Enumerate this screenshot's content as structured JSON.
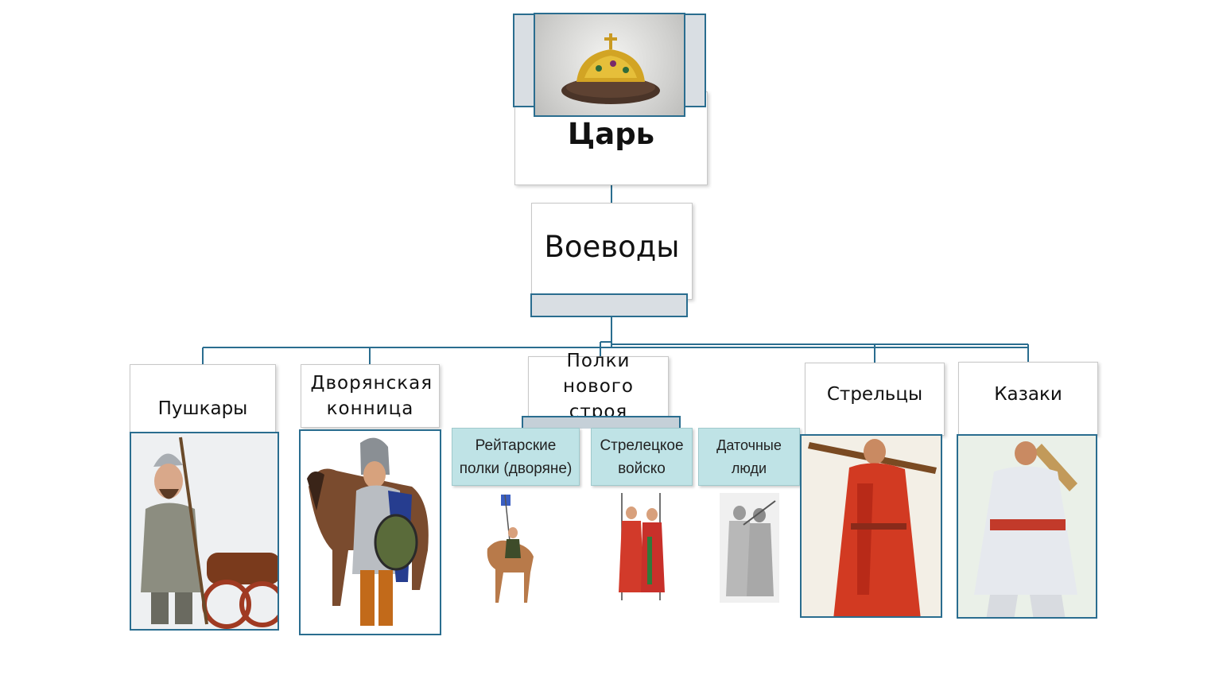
{
  "top": {
    "label": "Царь"
  },
  "second": {
    "label": "Воеводы"
  },
  "branches": [
    {
      "id": "pushkary",
      "label": "Пушкары"
    },
    {
      "id": "dvoryanskaya",
      "label": "Дворянская конница"
    },
    {
      "id": "polki",
      "label": "Полки нового строя"
    },
    {
      "id": "streltsy",
      "label": "Стрельцы"
    },
    {
      "id": "kazaki",
      "label": "Казаки"
    }
  ],
  "sub_branches": [
    {
      "id": "reitarskie",
      "label": "Рейтарские полки (дворяне)"
    },
    {
      "id": "streletskoe",
      "label": "Стрелецкое войско"
    },
    {
      "id": "datochnye",
      "label": "Даточные люди"
    }
  ],
  "colors": {
    "connector": "#2a6d8f",
    "sub_fill": "#bfe3e6",
    "frame": "#2a6d8f"
  }
}
